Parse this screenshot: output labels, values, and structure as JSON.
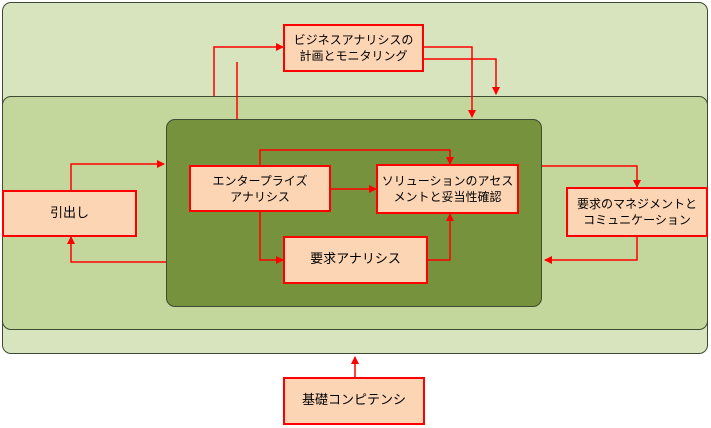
{
  "diagram": {
    "boxes": {
      "planning": "ビジネスアナリシスの\n計画とモニタリング",
      "elicitation": "引出し",
      "enterprise": "エンタープライズ\nアナリシス",
      "solution": "ソリューションのアセス\nメントと妥当性確認",
      "requirements": "要求アナリシス",
      "management": "要求のマネジメントと\nコミュニケーション",
      "competencies": "基礎コンピテンシ"
    },
    "colors": {
      "outer_panel": "#d7e4bd",
      "middle_panel": "#c3d69b",
      "inner_panel": "#76923c",
      "box_fill": "#fcd5b5",
      "arrow": "#ff0000"
    }
  }
}
